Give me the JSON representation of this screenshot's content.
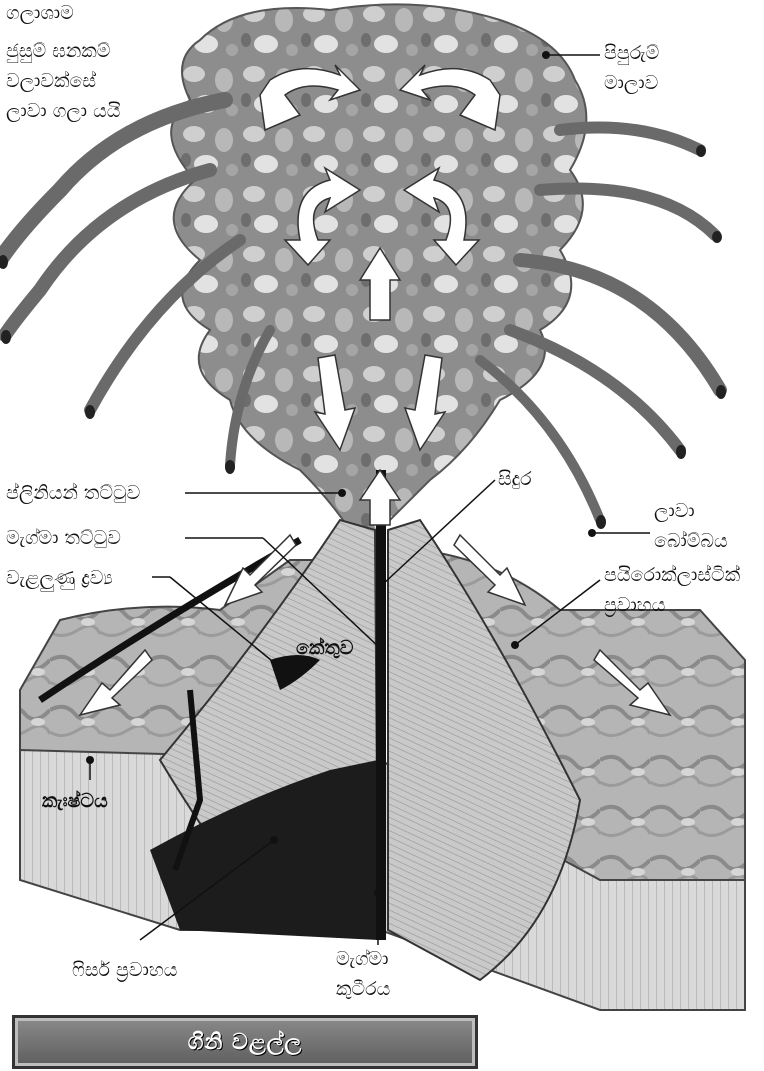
{
  "title": "ගිනි වළල්ල",
  "labels": {
    "top_partial": "ගලාශාම",
    "pyroclast_flow_top": [
      "ජුසුම් ඝනකම්",
      "වලාවක්සේ",
      "ලාවා ගලා යයි"
    ],
    "pipurum_mala": [
      "පිපුරුම්",
      "මාලාව"
    ],
    "plinian_layer": "ප්ලිනියන් තට්ටුව",
    "sidura": "සිදුර",
    "magma_layer": "මැග්මා තට්ටුව",
    "lava_bomb": [
      "ලාවා",
      "බෝම්බය"
    ],
    "welded_material": "වැළලුණු ද්‍රව්‍ය",
    "pyroclastic_flow": [
      "පයිරොක්ලාස්ටික්",
      "ප්‍රවාහය"
    ],
    "ketuwa": "කේතුව",
    "crust": "කැඃෂ්ටය",
    "fissure_flow": "ෆිසර් ප්‍රවාහය",
    "magma_chamber": [
      "මැග්මා",
      "කුටීරය"
    ]
  }
}
